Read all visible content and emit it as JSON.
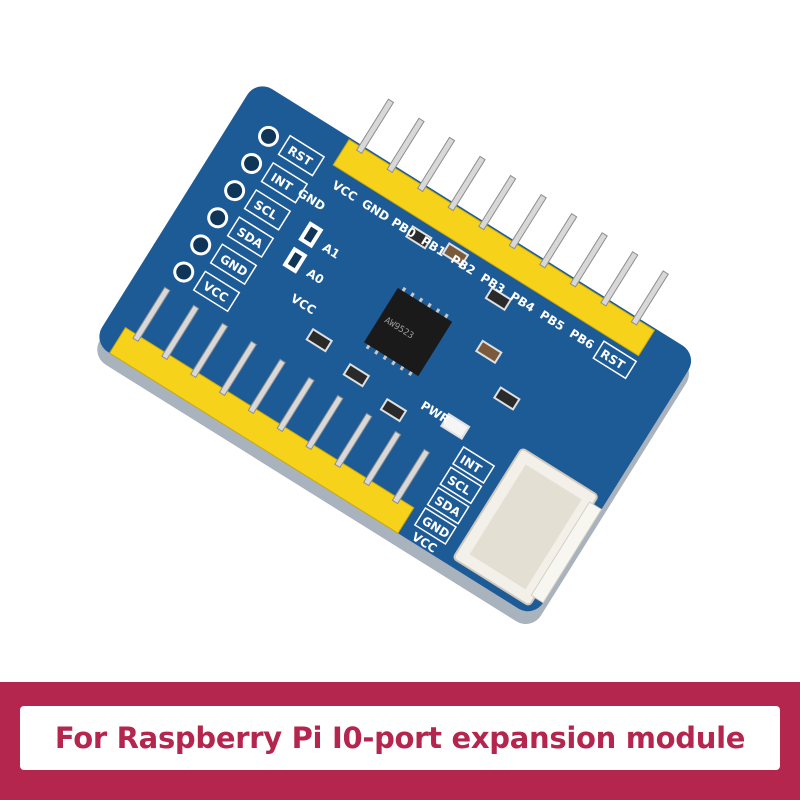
{
  "image": {
    "subject": "pcb-io-expansion-module",
    "colors": {
      "pcb": "#1d5b96",
      "pcb_edge": "#a9b3bd",
      "header": "#f6d21a",
      "pin": "#d8d8d8",
      "connector": "#f3f0ea",
      "chip": "#1a1a1a",
      "banner": "#b5264f"
    },
    "silkscreen": {
      "top_header": [
        "VCC",
        "GND",
        "PB0",
        "PB1",
        "PB2",
        "PB3",
        "PB4",
        "PB5",
        "PB6",
        "RST"
      ],
      "connector_side": [
        "INT",
        "SCL",
        "SDA",
        "GND",
        "VCC"
      ],
      "back_row": [
        "RST",
        "INT",
        "SCL",
        "SDA",
        "GND",
        "VCC"
      ],
      "address": [
        "A1",
        "A0",
        "VCC",
        "GND"
      ],
      "led": "PWR",
      "chip_marking": "AW9523"
    }
  },
  "banner": {
    "text": "For Raspberry Pi I0-port expansion module"
  }
}
